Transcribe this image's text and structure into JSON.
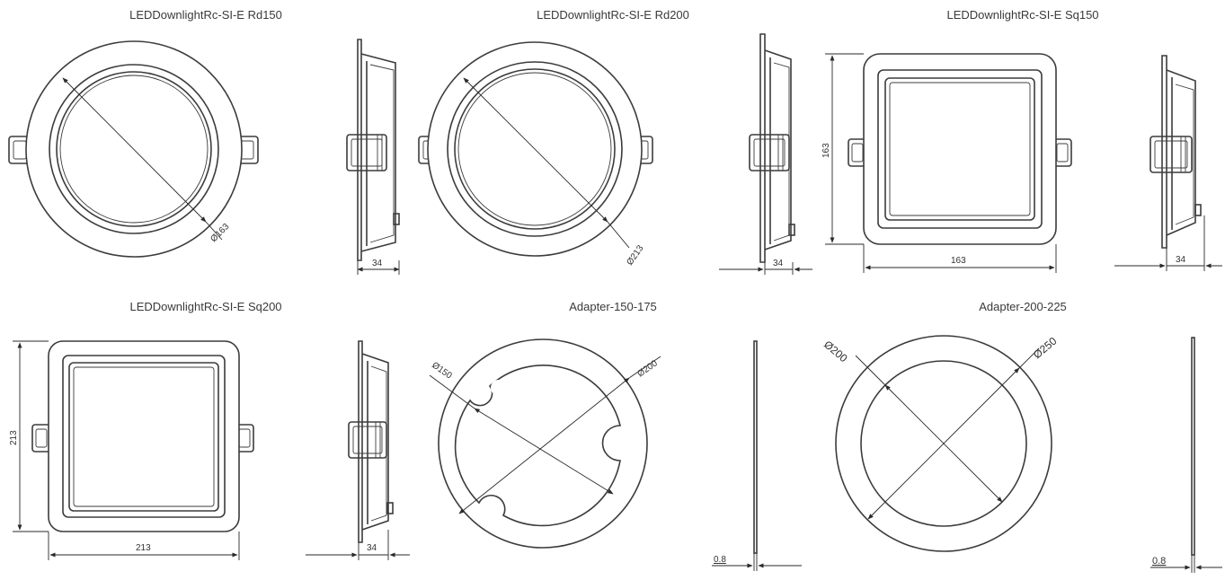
{
  "titles": {
    "rd150": "LEDDownlightRc-SI-E Rd150",
    "rd200": "LEDDownlightRc-SI-E Rd200",
    "sq150": "LEDDownlightRc-SI-E Sq150",
    "sq200": "LEDDownlightRc-SI-E Sq200",
    "adapter150": "Adapter-150-175",
    "adapter200": "Adapter-200-225"
  },
  "dimensions": {
    "rd150_diameter": "Ø163",
    "rd150_depth": "34",
    "rd200_diameter": "Ø213",
    "rd200_depth": "34",
    "sq150_height": "163",
    "sq150_width": "163",
    "sq150_depth": "34",
    "sq200_height": "213",
    "sq200_width": "213",
    "sq200_depth": "34",
    "ad150_inner": "Ø150",
    "ad150_outer": "Ø200",
    "ad150_thickness": "0.8",
    "ad200_inner": "Ø200",
    "ad200_outer": "Ø250",
    "ad200_thickness": "0.8"
  },
  "colors": {
    "line": "#3c3c3c",
    "text": "#333333",
    "background": "#ffffff"
  }
}
